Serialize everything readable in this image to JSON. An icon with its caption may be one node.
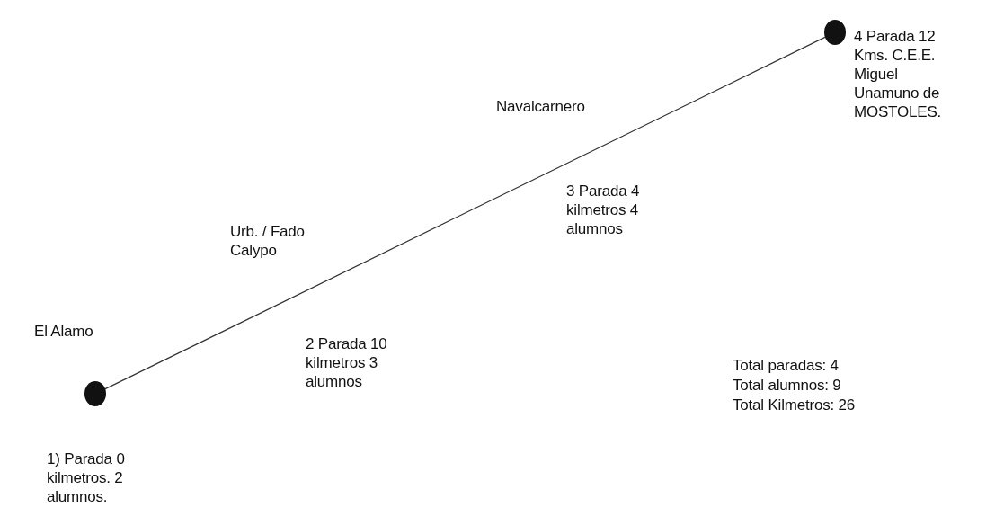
{
  "diagram": {
    "nodes": [
      {
        "text": [],
        "shape": "circle",
        "beside": [
          "El Alamo",
          "1) Parada 0 kilmetros. 2 alumnos."
        ]
      },
      {
        "text": [],
        "shape": "circle",
        "beside": [
          "4 Parada 12 Kms. C.E.E. Miguel Unamuno de MOSTOLES."
        ]
      }
    ],
    "edges": [
      {
        "from": 0,
        "to": 1,
        "arrow": "none"
      }
    ],
    "labels": [
      "Navalcarnero",
      "Urb. / Fado Calypo",
      "3 Parada 4 kilmetros 4 alumnos",
      "2 Parada 10 kilmetros 3 alumnos",
      "Total paradas: 4",
      "Total alumnos: 9",
      "Total Kilmetros: 26"
    ]
  }
}
